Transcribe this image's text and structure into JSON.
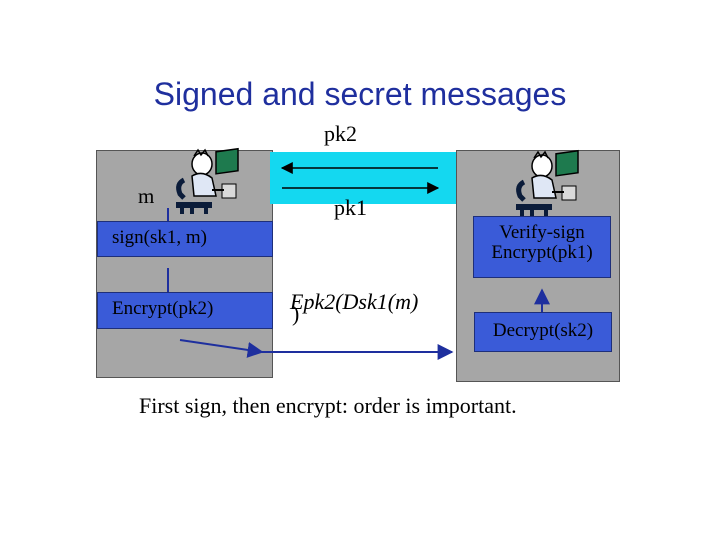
{
  "title": "Signed and secret messages",
  "labels": {
    "pk2_top": "pk2",
    "pk1_mid": "pk1",
    "m": "m",
    "epk_line1": "Epk2(Dsk1(m)",
    "epk_line2": ")"
  },
  "left_boxes": {
    "sign": "sign(sk1, m)",
    "encrypt": "Encrypt(pk2)"
  },
  "right_boxes": {
    "verify": "Verify-sign",
    "encrypt": "Encrypt(pk1)",
    "decrypt": "Decrypt(sk2)"
  },
  "caption": "First sign, then encrypt: order is important.",
  "colors": {
    "title": "#1f2f9e",
    "panel": "#a6a6a6",
    "box": "#3a5bd8",
    "channel": "#14d8f0",
    "arrow": "#1e2f9e"
  }
}
